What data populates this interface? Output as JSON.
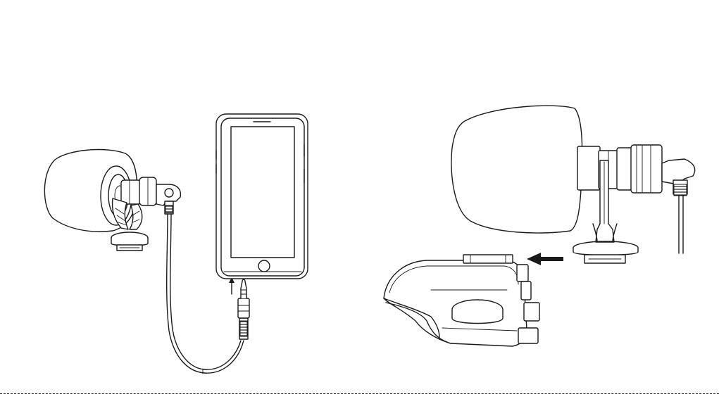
{
  "figure": {
    "left_panel": {
      "items": [
        "foam-windscreen-microphone",
        "shock-mount",
        "cold-shoe",
        "trrs-cable",
        "3.5mm-plug",
        "smartphone"
      ],
      "arrow_direction": "up"
    },
    "right_panel": {
      "items": [
        "foam-windscreen-microphone",
        "cold-shoe-mount",
        "spiral-plug-cable",
        "camera-hot-shoe"
      ],
      "arrow_direction": "left"
    },
    "colors": {
      "line": "#1a1a1a",
      "background": "#ffffff",
      "foam_speckle": "#5a5a5a"
    }
  }
}
